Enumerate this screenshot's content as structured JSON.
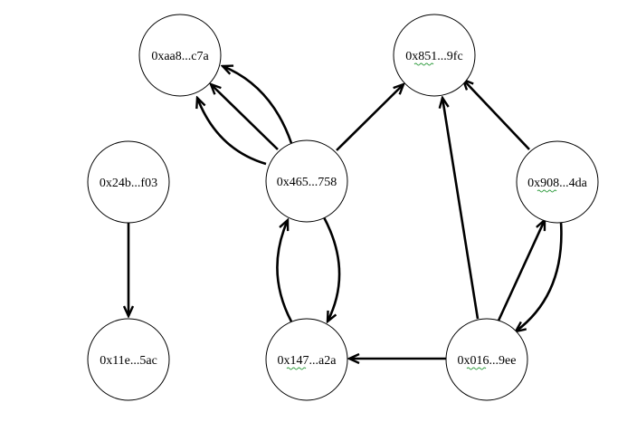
{
  "diagram": {
    "nodes": [
      {
        "id": "n-aa8",
        "label": "0xaa8...c7a"
      },
      {
        "id": "n-851",
        "label": "0x851...9fc"
      },
      {
        "id": "n-24b",
        "label": "0x24b...f03"
      },
      {
        "id": "n-465",
        "label": "0x465...758"
      },
      {
        "id": "n-908",
        "label": "0x908...4da"
      },
      {
        "id": "n-11e",
        "label": "0x11e...5ac"
      },
      {
        "id": "n-147",
        "label": "0x147...a2a"
      },
      {
        "id": "n-016",
        "label": "0x016...9ee"
      }
    ],
    "edges": [
      {
        "id": "e1",
        "from": "n-465",
        "to": "n-aa8"
      },
      {
        "id": "e2",
        "from": "n-465",
        "to": "n-aa8"
      },
      {
        "id": "e3",
        "from": "n-465",
        "to": "n-aa8"
      },
      {
        "id": "e4",
        "from": "n-465",
        "to": "n-851"
      },
      {
        "id": "e5",
        "from": "n-24b",
        "to": "n-11e"
      },
      {
        "id": "e6",
        "from": "n-465",
        "to": "n-147"
      },
      {
        "id": "e7",
        "from": "n-147",
        "to": "n-465"
      },
      {
        "id": "e8",
        "from": "n-016",
        "to": "n-147"
      },
      {
        "id": "e9",
        "from": "n-016",
        "to": "n-851"
      },
      {
        "id": "e10",
        "from": "n-908",
        "to": "n-851"
      },
      {
        "id": "e11",
        "from": "n-016",
        "to": "n-908"
      },
      {
        "id": "e12",
        "from": "n-908",
        "to": "n-016"
      }
    ],
    "colors": {
      "node_fill": "#ffffff",
      "stroke": "#000000",
      "spellcheck_underline": "#2e9b3e"
    }
  }
}
